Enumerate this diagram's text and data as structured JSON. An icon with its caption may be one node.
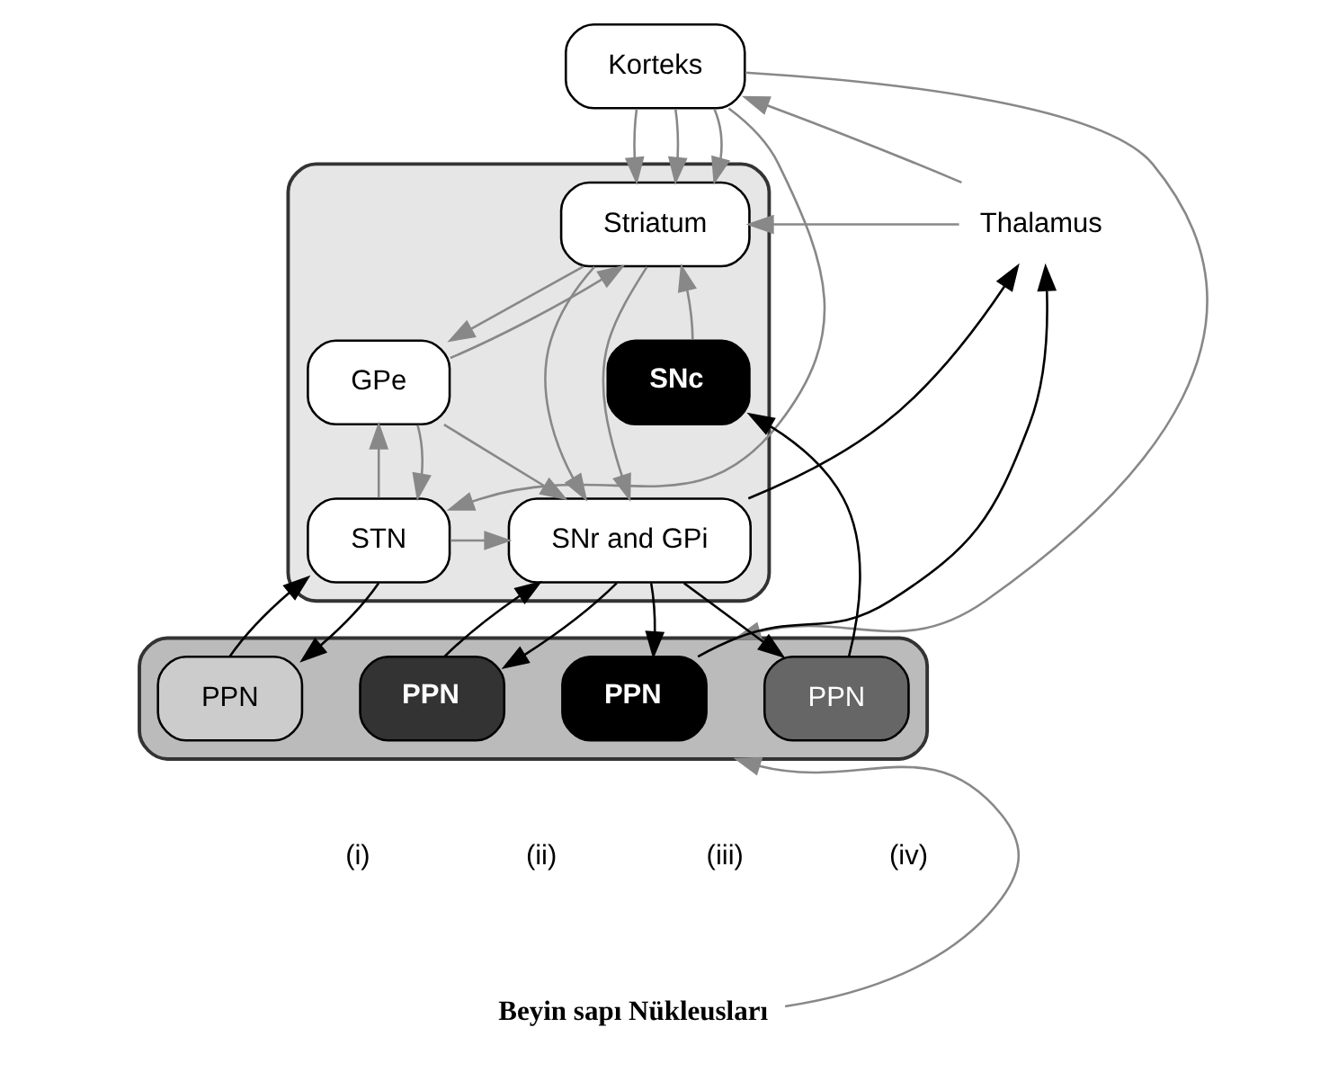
{
  "diagram": {
    "nodes": [
      {
        "text": [
          "Korteks"
        ]
      },
      {
        "text": [],
        "shape": "box"
      },
      {
        "text": [
          "Striatum"
        ],
        "in": 1
      },
      {
        "text": [
          "SNc"
        ],
        "in": 1
      },
      {
        "text": [
          "GPe"
        ],
        "in": 1
      },
      {
        "text": [
          "SNr and GPi"
        ],
        "in": 1
      },
      {
        "text": [
          "STN"
        ],
        "in": 1
      },
      {
        "text": [
          "Thalamus"
        ]
      },
      {
        "text": [],
        "shape": "box"
      },
      {
        "text": [
          "PPN"
        ],
        "in": 8
      },
      {
        "text": [
          "PPN"
        ],
        "in": 8
      },
      {
        "text": [
          "PPN"
        ],
        "in": 8
      },
      {
        "text": [
          "PPN"
        ],
        "in": 8
      },
      {
        "text": [
          "Beyin sapı Nükleusları"
        ]
      }
    ],
    "edges": [
      {
        "from": 0,
        "to": 2,
        "arrow": "to"
      },
      {
        "from": 0,
        "to": 2,
        "arrow": "to"
      },
      {
        "from": 0,
        "to": 2,
        "arrow": "to"
      },
      {
        "from": 0,
        "to": 6,
        "arrow": "to"
      },
      {
        "from": 0,
        "to": 8,
        "arrow": "to"
      },
      {
        "from": 7,
        "to": 0,
        "arrow": "to"
      },
      {
        "from": 7,
        "to": 2,
        "arrow": "to"
      },
      {
        "from": 2,
        "to": 5,
        "arrow": "to"
      },
      {
        "from": 2,
        "to": 5,
        "arrow": "to"
      },
      {
        "from": 3,
        "to": 2,
        "arrow": "to"
      },
      {
        "from": 2,
        "to": 4,
        "arrow": "to"
      },
      {
        "from": 4,
        "to": 2,
        "arrow": "to"
      },
      {
        "from": 4,
        "to": 5,
        "arrow": "to"
      },
      {
        "from": 6,
        "to": 5,
        "arrow": "to"
      },
      {
        "from": 6,
        "to": 4,
        "arrow": "to"
      },
      {
        "from": 4,
        "to": 6,
        "arrow": "to"
      },
      {
        "from": 5,
        "to": 7,
        "arrow": "to",
        "color": "#000000"
      },
      {
        "from": 5,
        "to": 9,
        "arrow": "to",
        "color": "#000000"
      },
      {
        "from": 9,
        "to": 7,
        "arrow": "to",
        "color": "#000000"
      },
      {
        "from": 10,
        "to": 5,
        "arrow": "to",
        "color": "#000000"
      },
      {
        "from": 5,
        "to": 10,
        "arrow": "to",
        "color": "#000000"
      },
      {
        "from": 5,
        "to": 11,
        "arrow": "to",
        "color": "#000000"
      },
      {
        "from": 11,
        "to": 3,
        "arrow": "to",
        "color": "#000000"
      },
      {
        "from": 6,
        "to": 12,
        "arrow": "to",
        "color": "#000000"
      },
      {
        "from": 12,
        "to": 6,
        "arrow": "to",
        "color": "#000000"
      },
      {
        "from": 13,
        "to": 8,
        "arrow": "to"
      }
    ],
    "labels": [
      "(i)",
      "(ii)",
      "(iii)",
      "(iv)"
    ]
  }
}
